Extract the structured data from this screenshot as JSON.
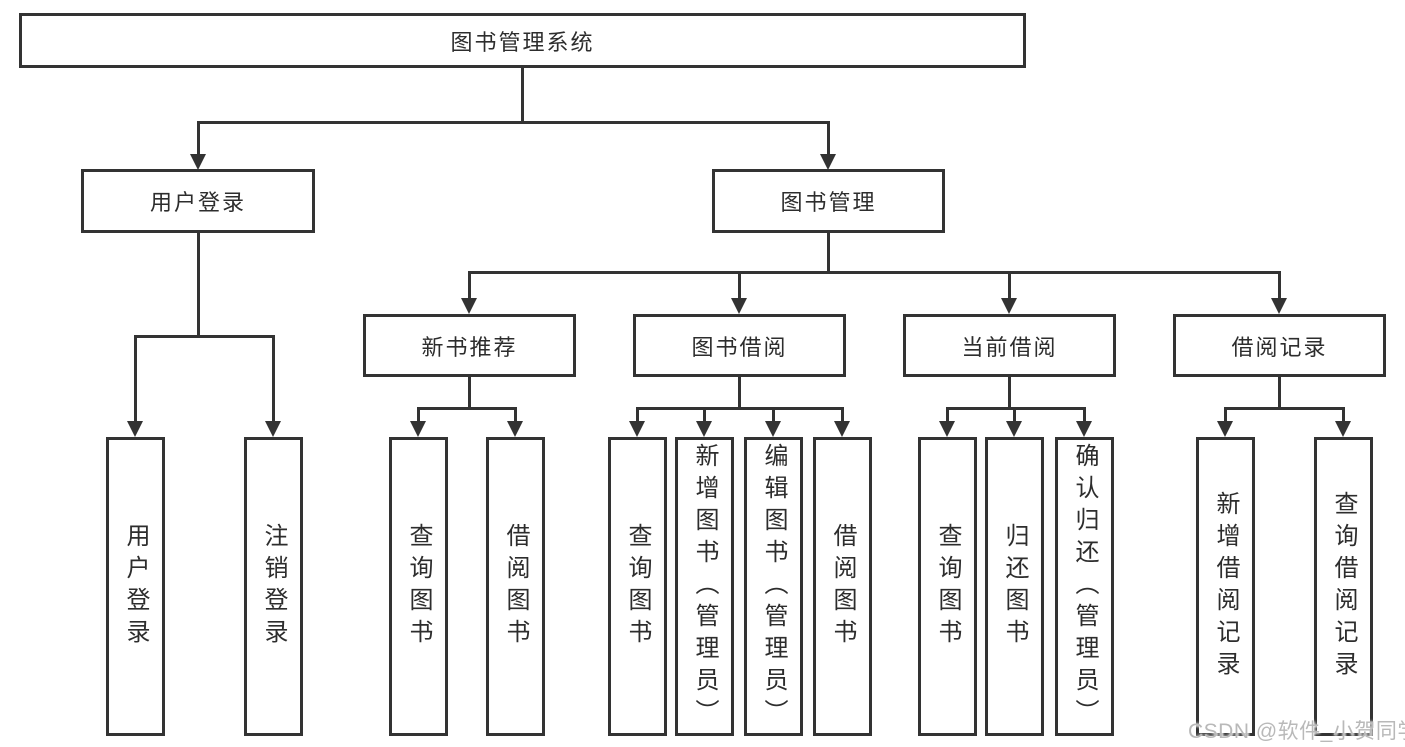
{
  "tree": {
    "root": {
      "label": "图书管理系统"
    },
    "level2": [
      {
        "label": "用户登录",
        "leaves": [
          {
            "label": "用户登录"
          },
          {
            "label": "注销登录"
          }
        ]
      },
      {
        "label": "图书管理",
        "groups": [
          {
            "label": "新书推荐",
            "leaves": [
              {
                "label": "查询图书"
              },
              {
                "label": "借阅图书"
              }
            ]
          },
          {
            "label": "图书借阅",
            "leaves": [
              {
                "label": "查询图书"
              },
              {
                "label": "新增图书（管理员）"
              },
              {
                "label": "编辑图书（管理员）"
              },
              {
                "label": "借阅图书"
              }
            ]
          },
          {
            "label": "当前借阅",
            "leaves": [
              {
                "label": "查询图书"
              },
              {
                "label": "归还图书"
              },
              {
                "label": "确认归还（管理员）"
              }
            ]
          },
          {
            "label": "借阅记录",
            "leaves": [
              {
                "label": "新增借阅记录"
              },
              {
                "label": "查询借阅记录"
              }
            ]
          }
        ]
      }
    ]
  },
  "watermark": {
    "text": "CSDN @软件_小贺同学"
  },
  "colors": {
    "line": "#333333",
    "box_background": "#ffffff",
    "text": "#2d2d2d",
    "watermark": "#b9b9b9"
  }
}
